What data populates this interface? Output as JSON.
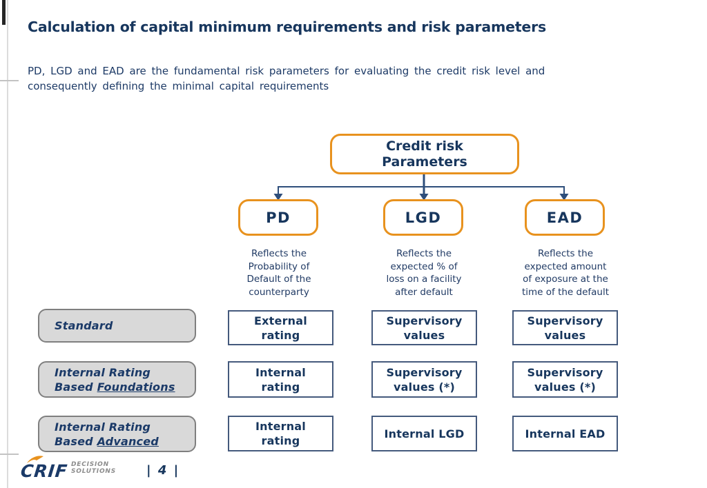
{
  "slide": {
    "title": "Calculation of capital minimum requirements and risk parameters",
    "intro": "PD, LGD and EAD are the fundamental risk parameters for evaluating the credit risk level and\nconsequently defining the minimal capital requirements"
  },
  "diagram": {
    "root_label": "Credit risk\nParameters",
    "nodes": [
      {
        "code": "PD",
        "description": "Reflects the\nProbability of\nDefault of the\ncounterparty"
      },
      {
        "code": "LGD",
        "description": "Reflects the\nexpected % of\nloss on a facility\nafter default"
      },
      {
        "code": "EAD",
        "description": "Reflects the\nexpected amount\nof exposure at the\ntime of the default"
      }
    ]
  },
  "matrix": {
    "rows": [
      {
        "approach_line1": "Standard",
        "approach_line2_plain": "",
        "approach_line2_underlined": "",
        "cells": [
          "External\nrating",
          "Supervisory\nvalues",
          "Supervisory\nvalues"
        ]
      },
      {
        "approach_line1": "Internal Rating",
        "approach_line2_plain": "Based ",
        "approach_line2_underlined": "Foundations",
        "cells": [
          "Internal\nrating",
          "Supervisory\nvalues (*)",
          "Supervisory\nvalues (*)"
        ]
      },
      {
        "approach_line1": "Internal Rating",
        "approach_line2_plain": "Based ",
        "approach_line2_underlined": "Advanced",
        "cells": [
          "Internal\nrating",
          "Internal LGD",
          "Internal EAD"
        ]
      }
    ]
  },
  "footer": {
    "logo_text": "CRIF",
    "logo_sub1": "DECISION",
    "logo_sub2": "SOLUTIONS",
    "page_number": "| 4 |"
  },
  "colors": {
    "navy_text": "#17365d",
    "orange_border": "#e8921e",
    "connector_line": "#2e4e7b",
    "cell_border": "#44597c",
    "approach_fill": "#d9d9d9",
    "approach_border": "#7f7f7f"
  }
}
